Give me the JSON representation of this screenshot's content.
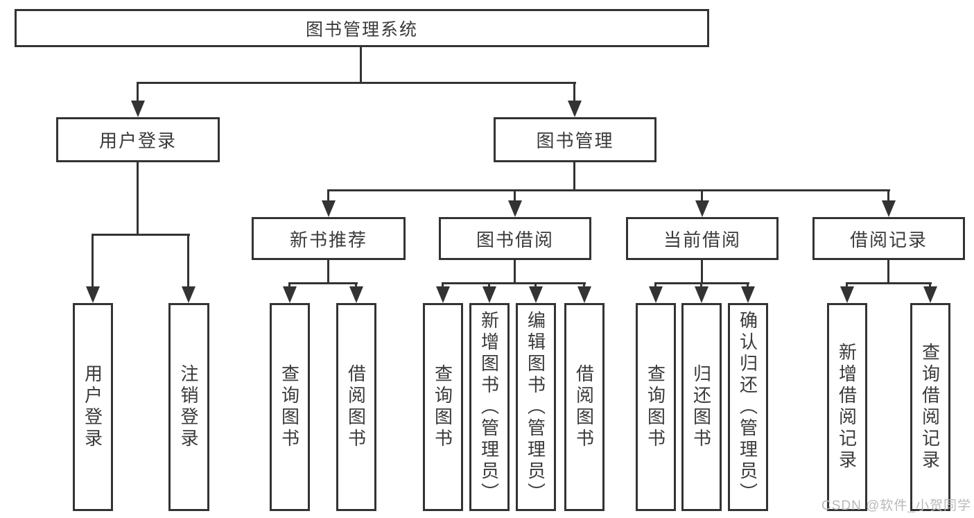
{
  "tree": {
    "root": "图书管理系统",
    "children": [
      {
        "label": "用户登录",
        "children": [
          "用户登录",
          "注销登录"
        ]
      },
      {
        "label": "图书管理",
        "children": [
          {
            "label": "新书推荐",
            "children": [
              "查询图书",
              "借阅图书"
            ]
          },
          {
            "label": "图书借阅",
            "children": [
              "查询图书",
              "新增图书（管理员）",
              "编辑图书（管理员）",
              "借阅图书"
            ]
          },
          {
            "label": "当前借阅",
            "children": [
              "查询图书",
              "归还图书",
              "确认归还（管理员）"
            ]
          },
          {
            "label": "借阅记录",
            "children": [
              "新增借阅记录",
              "查询借阅记录"
            ]
          }
        ]
      }
    ]
  },
  "watermark": {
    "text": "CSDN @软件_小贺同学"
  },
  "colors": {
    "line": "#333333",
    "text": "#3a3a3a",
    "watermark": "#b9b9b9",
    "background": "#ffffff"
  }
}
